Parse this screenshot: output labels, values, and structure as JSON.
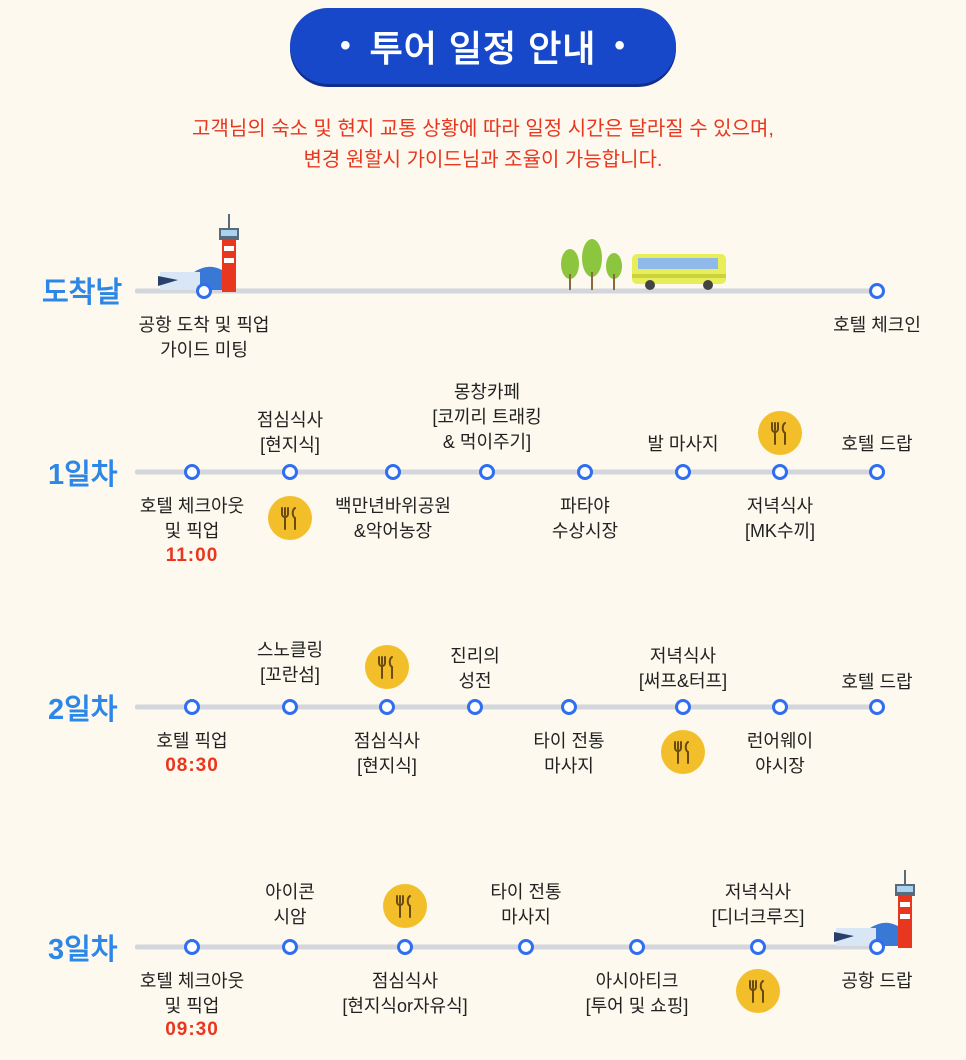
{
  "title": {
    "text": "투어 일정 안내",
    "bullet": "•"
  },
  "notice": {
    "line1": "고객님의 숙소 및 현지 교통 상황에 따라 일정 시간은 달라질 수 있으며,",
    "line2": "변경 원할시 가이드님과 조율이 가능합니다."
  },
  "colors": {
    "accent": "#1648c9",
    "day": "#2d87e6",
    "notice": "#e8361f",
    "meal": "#f2bf2a",
    "node": "#2f6ef0"
  },
  "days": {
    "arrival": {
      "label": "도착날",
      "airport_l1": "공항 도착 및 픽업",
      "airport_l2": "가이드 미팅",
      "hotel": "호텔 체크인"
    },
    "d1": {
      "label": "1일차",
      "checkout_l1": "호텔 체크아웃",
      "checkout_l2": "및 픽업",
      "time": "11:00",
      "lunch_l1": "점심식사",
      "lunch_l2": "[현지식]",
      "park_l1": "백만년바위공원",
      "park_l2": "&악어농장",
      "cafe_l1": "몽창카페",
      "cafe_l2": "[코끼리 트래킹",
      "cafe_l3": "& 먹이주기]",
      "market_l1": "파타야",
      "market_l2": "수상시장",
      "massage": "발 마사지",
      "dinner_l1": "저녁식사",
      "dinner_l2": "[MK수끼]",
      "drop": "호텔 드랍"
    },
    "d2": {
      "label": "2일차",
      "pickup": "호텔 픽업",
      "time": "08:30",
      "snorkel_l1": "스노클링",
      "snorkel_l2": "[꼬란섬]",
      "lunch_l1": "점심식사",
      "lunch_l2": "[현지식]",
      "temple_l1": "진리의",
      "temple_l2": "성전",
      "massage_l1": "타이 전통",
      "massage_l2": "마사지",
      "dinner_l1": "저녁식사",
      "dinner_l2": "[써프&터프]",
      "night_l1": "런어웨이",
      "night_l2": "야시장",
      "drop": "호텔 드랍"
    },
    "d3": {
      "label": "3일차",
      "checkout_l1": "호텔 체크아웃",
      "checkout_l2": "및 픽업",
      "time": "09:30",
      "icon_l1": "아이콘",
      "icon_l2": "시암",
      "lunch_l1": "점심식사",
      "lunch_l2": "[현지식or자유식]",
      "massage_l1": "타이 전통",
      "massage_l2": "마사지",
      "asia_l1": "아시아티크",
      "asia_l2": "[투어 및 쇼핑]",
      "dinner_l1": "저녁식사",
      "dinner_l2": "[디너크루즈]",
      "drop": "공항 드랍"
    }
  }
}
